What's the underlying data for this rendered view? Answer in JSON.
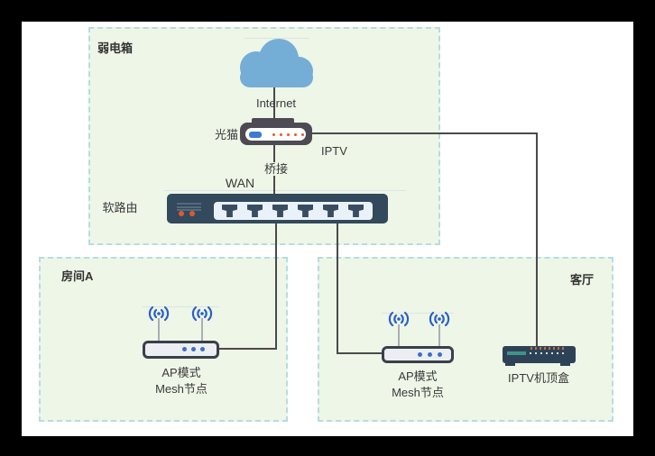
{
  "zones": {
    "weak_box": {
      "label": "弱电箱"
    },
    "room_a": {
      "label": "房间A"
    },
    "living_room": {
      "label": "客厅"
    }
  },
  "nodes": {
    "internet": {
      "label": "Internet"
    },
    "modem": {
      "label": "光猫"
    },
    "router": {
      "label": "软路由"
    },
    "ap_room_a": {
      "label_line1": "AP模式",
      "label_line2": "Mesh节点"
    },
    "ap_living_room": {
      "label_line1": "AP模式",
      "label_line2": "Mesh节点"
    },
    "iptv_stb": {
      "label": "IPTV机顶盒"
    }
  },
  "edge_labels": {
    "bridge": {
      "label": "桥接"
    },
    "wan": {
      "label": "WAN"
    },
    "iptv": {
      "label": "IPTV"
    }
  },
  "colors": {
    "canvas_bg": "#ffffff",
    "frame_bg": "#000000",
    "zone_fill": "#edf6e7",
    "zone_border": "#b7dce1",
    "line": "#4a4a4a",
    "cloud_blue": "#74aed6",
    "device_navy": "#33495c",
    "modem_dark": "#4e4a54",
    "accent_orange": "#e2592e",
    "wifi_blue": "#2b5fc7",
    "port_panel": "#e9f1f9",
    "stb_teal": "#3f9488",
    "led_blue": "#3a7bd0"
  }
}
